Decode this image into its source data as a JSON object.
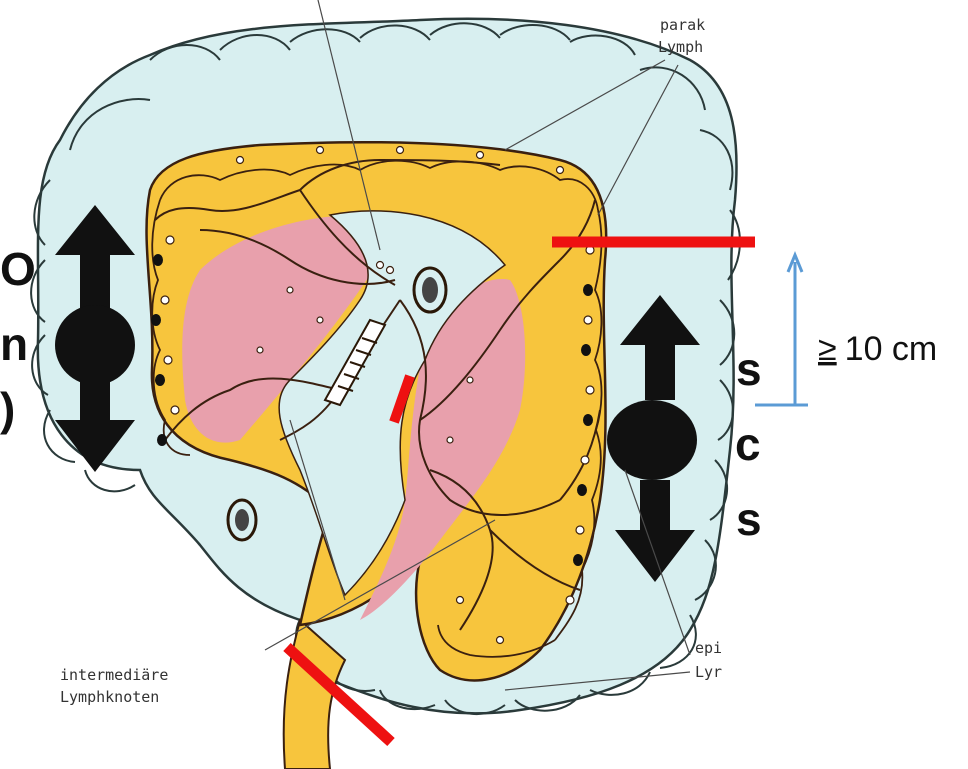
{
  "labels": {
    "top_right_line1": "parak",
    "top_right_line2": "Lymph",
    "bottom_left_line1": "intermediäre",
    "bottom_left_line2": "Lymphknoten",
    "bottom_right_line1": "epi",
    "bottom_right_line2": "Lyr"
  },
  "measurement": {
    "symbol": "≥",
    "value": "10 cm"
  },
  "colors": {
    "colon": "#d8eff0",
    "mesentery_fat": "#f7c53d",
    "vascular_area": "#e8a0ac",
    "vessels": "#3a2010",
    "cut_marks": "#ee1111",
    "measure_arrow": "#5b9bd5",
    "direction_arrows": "#111111"
  }
}
